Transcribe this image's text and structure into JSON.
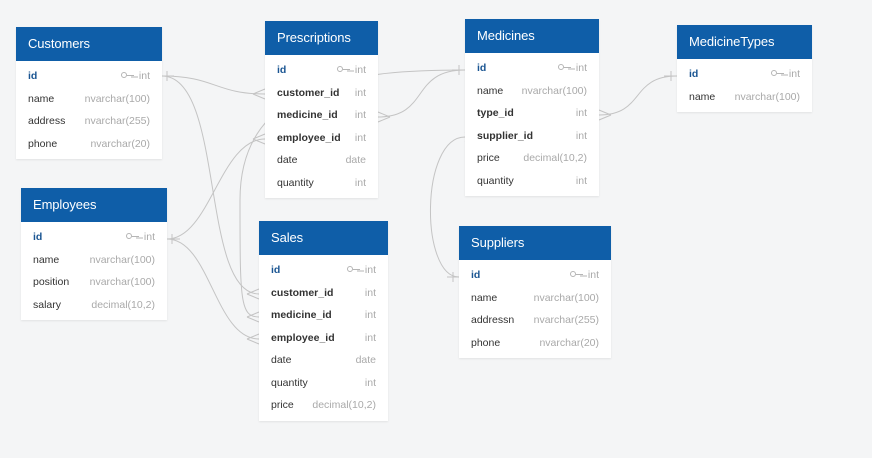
{
  "tables": {
    "customers": {
      "title": "Customers",
      "columns": [
        {
          "name": "id",
          "type": "int"
        },
        {
          "name": "name",
          "type": "nvarchar(100)"
        },
        {
          "name": "address",
          "type": "nvarchar(255)"
        },
        {
          "name": "phone",
          "type": "nvarchar(20)"
        }
      ]
    },
    "employees": {
      "title": "Employees",
      "columns": [
        {
          "name": "id",
          "type": "int"
        },
        {
          "name": "name",
          "type": "nvarchar(100)"
        },
        {
          "name": "position",
          "type": "nvarchar(100)"
        },
        {
          "name": "salary",
          "type": "decimal(10,2)"
        }
      ]
    },
    "prescriptions": {
      "title": "Prescriptions",
      "columns": [
        {
          "name": "id",
          "type": "int"
        },
        {
          "name": "customer_id",
          "type": "int"
        },
        {
          "name": "medicine_id",
          "type": "int"
        },
        {
          "name": "employee_id",
          "type": "int"
        },
        {
          "name": "date",
          "type": "date"
        },
        {
          "name": "quantity",
          "type": "int"
        }
      ]
    },
    "sales": {
      "title": "Sales",
      "columns": [
        {
          "name": "id",
          "type": "int"
        },
        {
          "name": "customer_id",
          "type": "int"
        },
        {
          "name": "medicine_id",
          "type": "int"
        },
        {
          "name": "employee_id",
          "type": "int"
        },
        {
          "name": "date",
          "type": "date"
        },
        {
          "name": "quantity",
          "type": "int"
        },
        {
          "name": "price",
          "type": "decimal(10,2)"
        }
      ]
    },
    "medicines": {
      "title": "Medicines",
      "columns": [
        {
          "name": "id",
          "type": "int"
        },
        {
          "name": "name",
          "type": "nvarchar(100)"
        },
        {
          "name": "type_id",
          "type": "int"
        },
        {
          "name": "supplier_id",
          "type": "int"
        },
        {
          "name": "price",
          "type": "decimal(10,2)"
        },
        {
          "name": "quantity",
          "type": "int"
        }
      ]
    },
    "medicinetypes": {
      "title": "MedicineTypes",
      "columns": [
        {
          "name": "id",
          "type": "int"
        },
        {
          "name": "name",
          "type": "nvarchar(100)"
        }
      ]
    },
    "suppliers": {
      "title": "Suppliers",
      "columns": [
        {
          "name": "id",
          "type": "int"
        },
        {
          "name": "name",
          "type": "nvarchar(100)"
        },
        {
          "name": "addressn",
          "type": "nvarchar(255)"
        },
        {
          "name": "phone",
          "type": "nvarchar(20)"
        }
      ]
    }
  },
  "icons": {
    "primary_key": "key-icon"
  },
  "colors": {
    "header_bg": "#0f5ea8",
    "header_text": "#ffffff",
    "canvas_bg": "#f4f5f6",
    "pk_text": "#1a5592",
    "type_text": "#a9a9a9",
    "line": "#c4c4c4"
  }
}
